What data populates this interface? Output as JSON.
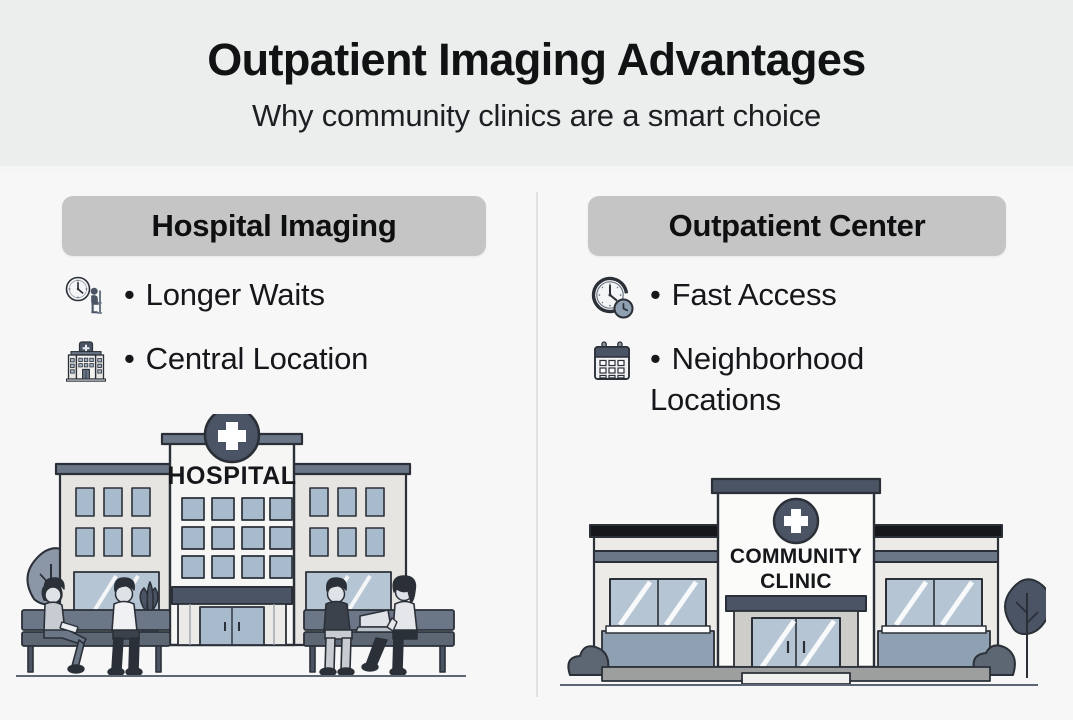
{
  "header": {
    "title": "Outpatient Imaging Advantages",
    "subtitle": "Why community clinics are a smart choice"
  },
  "columns": [
    {
      "id": "hospital",
      "heading": "Hospital Imaging",
      "bullets": [
        {
          "icon": "clock-waiting-person-icon",
          "label": "Longer Waits"
        },
        {
          "icon": "hospital-building-icon",
          "label": "Central Location"
        }
      ],
      "illustration": {
        "name": "hospital-building-illustration",
        "sign_text": "HOSPITAL",
        "badge": "medical-cross-icon",
        "people_count": 4,
        "bench_count": 2
      }
    },
    {
      "id": "outpatient",
      "heading": "Outpatient Center",
      "bullets": [
        {
          "icon": "fast-clock-icon",
          "label": "Fast Access"
        },
        {
          "icon": "calendar-icon",
          "label": "Neighborhood Locations"
        }
      ],
      "illustration": {
        "name": "community-clinic-illustration",
        "sign_line1": "COMMUNITY",
        "sign_line2": "CLINIC",
        "badge": "medical-cross-icon"
      }
    }
  ],
  "colors": {
    "page_background": "#f7f7f7",
    "header_background": "#eceded",
    "pill_background": "#c5c5c5",
    "title_text": "#111214",
    "body_text": "#15171a",
    "divider": "#e0e1e1",
    "slate_dark": "#4a5464",
    "slate_mid": "#6b7687",
    "glass_blue": "#a8bbcd",
    "wall_light": "#eceae6",
    "outline": "#2b3038"
  }
}
